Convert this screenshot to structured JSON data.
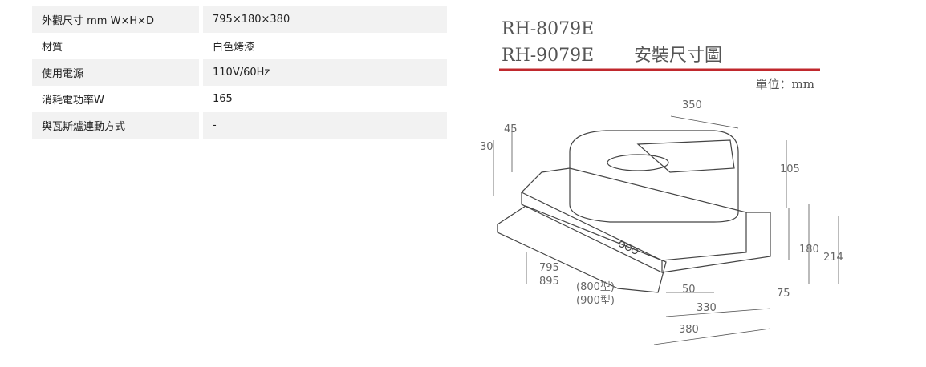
{
  "specs": [
    {
      "label": "外觀尺寸 mm W×H×D",
      "value": "795×180×380"
    },
    {
      "label": "材質",
      "value": "白色烤漆"
    },
    {
      "label": "使用電源",
      "value": "110V/60Hz"
    },
    {
      "label": "消耗電功率W",
      "value": "165"
    },
    {
      "label": "與瓦斯爐連動方式",
      "value": "-"
    }
  ],
  "diagram": {
    "model_1": "RH-8079E",
    "model_2": "RH-9079E",
    "title": "安裝尺寸圖",
    "unit": "單位：mm",
    "accent_color": "#c0282d",
    "dimensions": {
      "top_depth": "350",
      "d30": "30",
      "d45": "45",
      "d105": "105",
      "d180": "180",
      "d214": "214",
      "d75": "75",
      "w795": "795",
      "w895": "895",
      "model_800": "(800型)",
      "model_900": "(900型)",
      "d50": "50",
      "d330": "330",
      "d380": "380"
    }
  }
}
